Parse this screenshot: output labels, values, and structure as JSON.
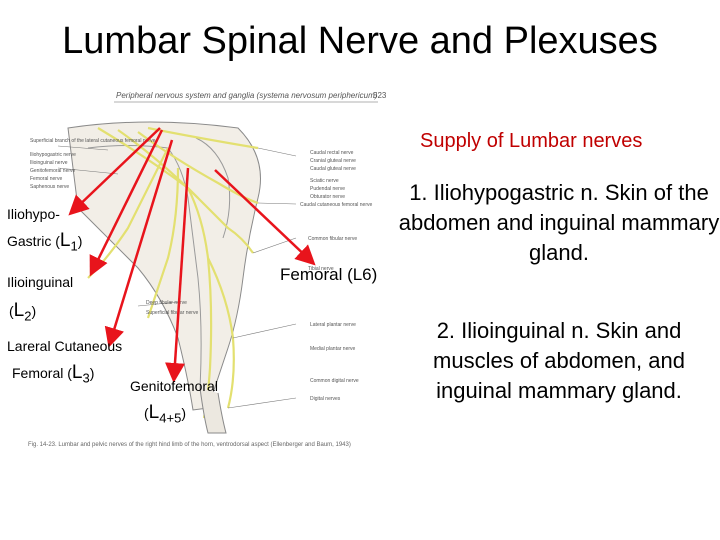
{
  "title": "Lumbar Spinal Nerve and Plexuses",
  "figure": {
    "header": "Peripheral nervous system and ganglia (systema nervosum periphericum)",
    "page": "523",
    "caption": "Fig. 14-23. Lumbar and pelvic nerves of the right hind limb of the horn, ventrodorsal aspect (Ellenberger and Baum, 1943)",
    "right_labels": [
      "Caudal rectal nerve",
      "Cranial gluteal nerve",
      "Caudal gluteal nerve",
      "Sciatic nerve",
      "Pudendal nerve",
      "Obturator nerve",
      "Caudal cutaneous femoral nerve",
      "Common fibular nerve",
      "Tibial nerve",
      "Lateral plantar nerve",
      "Medial plantar nerve",
      "Common digital nerve",
      "Digital nerves"
    ],
    "left_labels": [
      "Superficial branch of the lateral cutaneous femoral nerve",
      "Iliohypogastric nerve",
      "Ilioinguinal nerve",
      "Genitofemoral nerve",
      "Femoral nerve",
      "Saphenous nerve",
      "Deep fibular nerve",
      "Superficial fibular nerve"
    ]
  },
  "labels": {
    "iliohypo": "Iliohypo-",
    "gastric": "Gastric (",
    "l1_base": "L",
    "l1_sub": "1",
    "l1_close": ")",
    "ilioinguinal": "Ilioinguinal",
    "l2_open": "(",
    "l2_base": "L",
    "l2_sub": "2",
    "l2_close": ")",
    "lateral_cutaneous": "Lareral Cutaneous",
    "femoral_l3": "Femoral (",
    "l3_base": "L",
    "l3_sub": "3",
    "l3_close": ")",
    "genitofemoral": "Genitofemoral",
    "l45_open": "(",
    "l45_base": "L",
    "l45_sub": "4+5",
    "l45_close": ")",
    "femoral_l6": "Femoral (L6)"
  },
  "supply": {
    "heading": "Supply of Lumbar nerves",
    "item1": "1.   Iliohypogastric n. Skin of the abdomen and inguinal mammary gland.",
    "item2": "2. Ilioinguinal n. Skin and muscles of abdomen, and inguinal mammary gland."
  },
  "colors": {
    "arrow": "#e8141c",
    "heading": "#c00000",
    "nerve": "#e3e070"
  }
}
